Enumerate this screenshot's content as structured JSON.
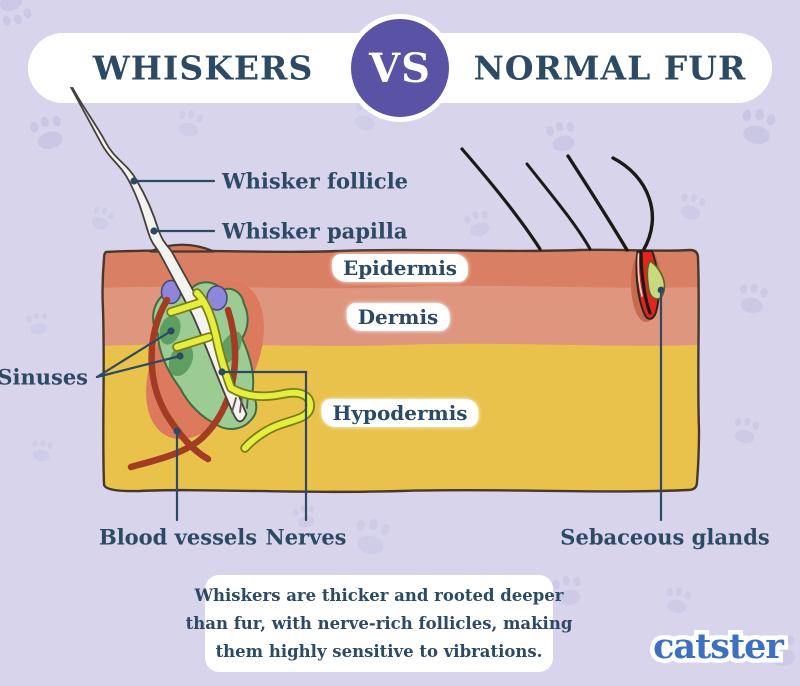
{
  "header": {
    "left_title": "WHISKERS",
    "vs_label": "VS",
    "right_title": "NORMAL FUR"
  },
  "labels": {
    "whisker_follicle": "Whisker follicle",
    "whisker_papilla": "Whisker papilla",
    "sinuses": "Sinuses",
    "blood_vessels": "Blood vessels",
    "nerves": "Nerves",
    "sebaceous_glands": "Sebaceous glands"
  },
  "skin_layers": {
    "epidermis": "Epidermis",
    "dermis": "Dermis",
    "hypodermis": "Hypodermis"
  },
  "caption": {
    "lines": [
      "Whiskers are thicker and rooted deeper",
      "than fur, with nerve-rich follicles, making",
      "them highly sensitive to vibrations."
    ]
  },
  "brand": {
    "logo_text": "catster"
  },
  "colors": {
    "background": "#d7d4ec",
    "paw_print": "#c9c5e3",
    "navy_text": "#2c4a64",
    "vs_purple": "#5a52a5",
    "epidermis": "#d97f63",
    "dermis": "#df967e",
    "hypodermis": "#e9c24b",
    "follicle_green": "#9ccb93",
    "sinus_green_dark": "#5f9e61",
    "sinus_lobe_purple": "#8e86d8",
    "nerve_yellow": "#e4ee3d",
    "blood_vessel_red": "#a23c22",
    "fur_follicle_red": "#e3241c",
    "sebaceous_green": "#c9d97e",
    "logo_blue": "#3e70c0"
  }
}
